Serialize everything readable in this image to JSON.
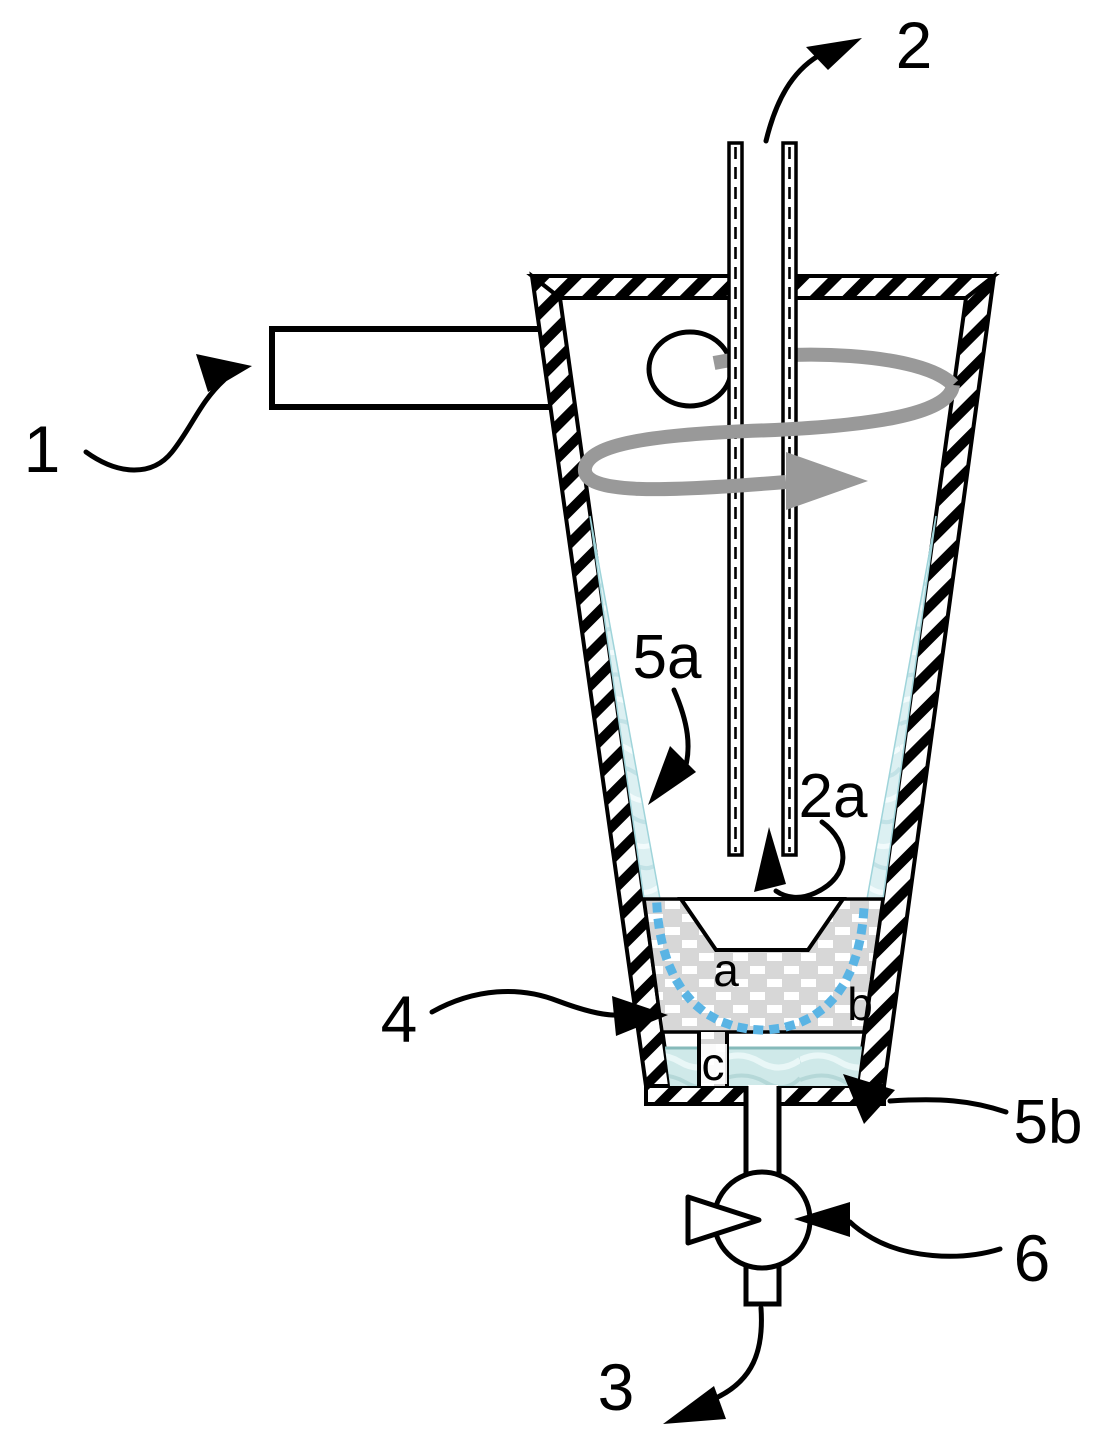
{
  "figure": {
    "description": "Patent-style cross-section schematic of a conical vortex gas-liquid separator vessel with tangential inlet, central gas outlet tube, swirl arrow, wall liquid films, packed-bed filter zone with internal zones a/b/c, bottom liquid sump, drain pipe and drain valve",
    "background": "#ffffff",
    "colors": {
      "line": "#000000",
      "vortex_arrow": "#999999",
      "wall_film": "#dcf0f2",
      "bottom_liquid": "#cfe9e9",
      "bed_fill": "#d7d7d7",
      "dotted_flow_path": "#5ab4e4"
    },
    "labels": {
      "ref1": "1",
      "ref2": "2",
      "ref2a": "2a",
      "ref3": "3",
      "ref4": "4",
      "ref5a": "5a",
      "ref5b": "5b",
      "ref6": "6",
      "zone_a": "a",
      "zone_b": "b",
      "zone_c": "c"
    }
  }
}
